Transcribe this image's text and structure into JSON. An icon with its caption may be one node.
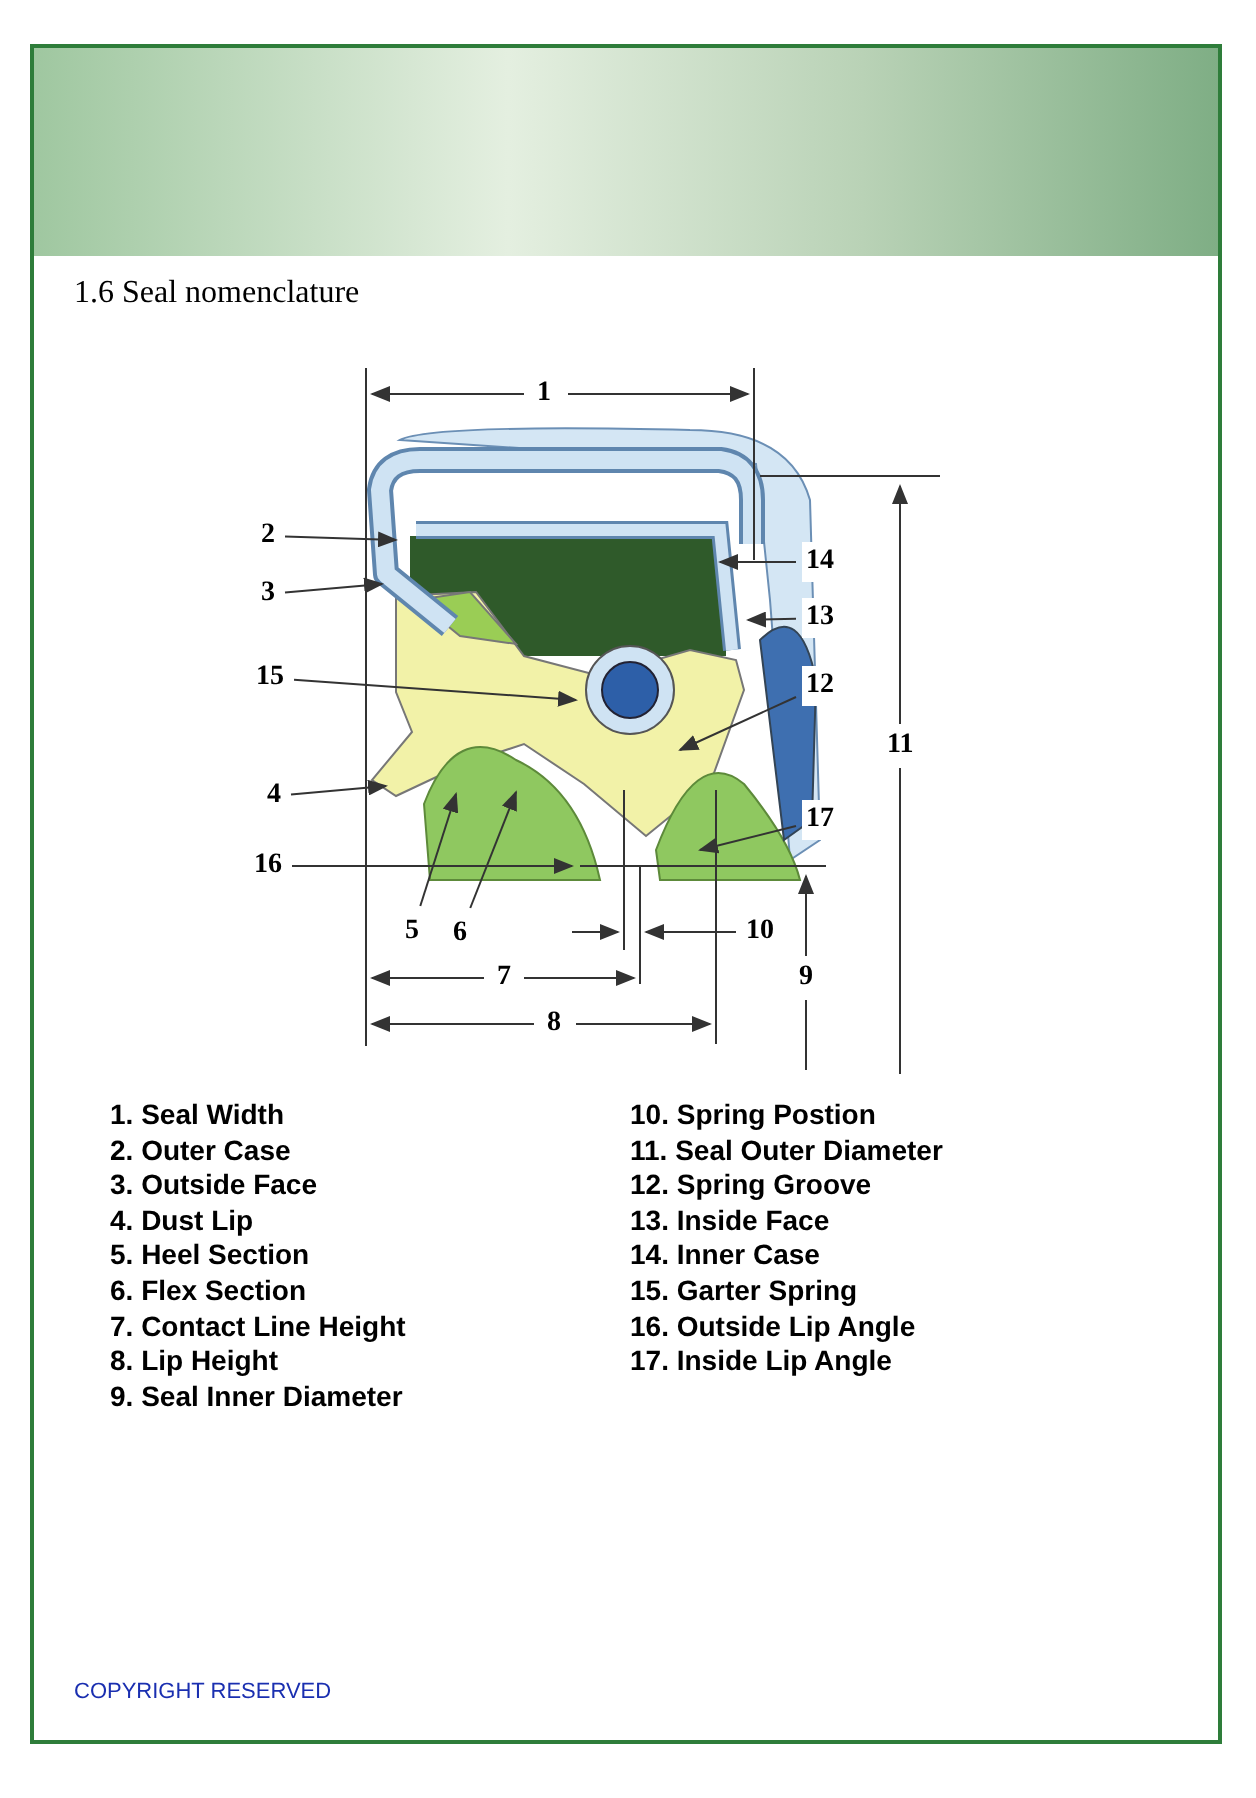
{
  "diagram": {
    "title": "1.6 Seal nomenclature",
    "nodes": [
      {
        "text": [
          "2"
        ]
      },
      {
        "text": [
          "3"
        ]
      },
      {
        "text": [
          "14"
        ]
      },
      {
        "text": [
          "13"
        ]
      },
      {
        "text": [
          "15"
        ]
      },
      {
        "text": [
          "12"
        ]
      },
      {
        "text": [
          "4"
        ]
      },
      {
        "text": [
          "17"
        ]
      },
      {
        "text": [
          "16"
        ]
      },
      {
        "text": [
          "5"
        ]
      },
      {
        "text": [
          "6"
        ]
      }
    ],
    "edges": [
      {
        "from": 0,
        "to": null,
        "arrow": "to"
      },
      {
        "from": 1,
        "to": null,
        "arrow": "to"
      },
      {
        "from": 2,
        "to": null,
        "arrow": "to"
      },
      {
        "from": 3,
        "to": null,
        "arrow": "to"
      },
      {
        "from": 4,
        "to": null,
        "arrow": "to"
      },
      {
        "from": 5,
        "to": null,
        "arrow": "to"
      },
      {
        "from": 6,
        "to": null,
        "arrow": "to"
      },
      {
        "from": 7,
        "to": null,
        "arrow": "to"
      },
      {
        "from": 8,
        "to": null,
        "arrow": "to"
      },
      {
        "from": 9,
        "to": null,
        "arrow": "to"
      },
      {
        "from": 10,
        "to": null,
        "arrow": "to"
      }
    ],
    "labels": [
      "1",
      "11",
      "10",
      "7",
      "9",
      "8",
      "1. Seal Width",
      "2. Outer Case",
      "3. Outside Face",
      "4. Dust Lip",
      "5. Heel Section",
      "6. Flex Section",
      "7. Contact Line Height",
      "8. Lip Height",
      "9. Seal Inner Diameter",
      "10. Spring Postion",
      "11. Seal Outer Diameter",
      "12. Spring Groove",
      "13. Inside Face",
      "14. Inner Case",
      "15. Garter Spring",
      "16. Outside Lip Angle",
      "17. Inside Lip Angle",
      "COPYRIGHT RESERVED"
    ]
  }
}
